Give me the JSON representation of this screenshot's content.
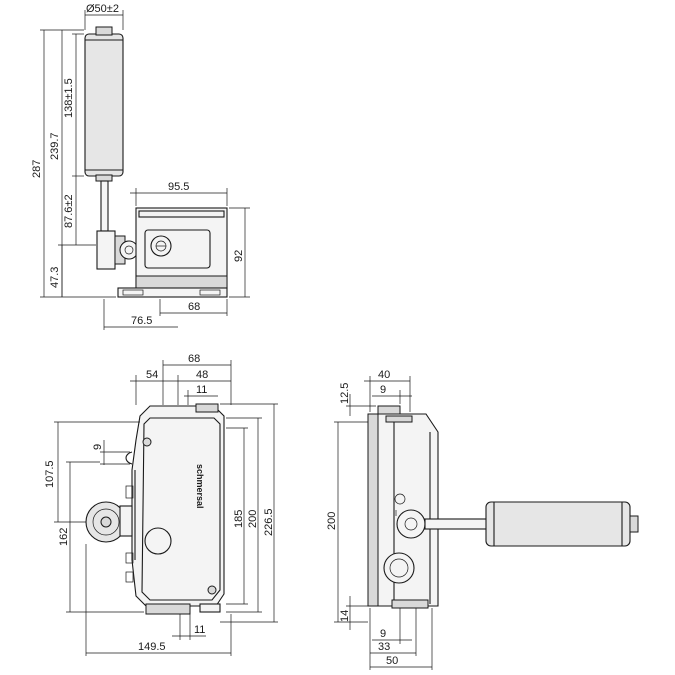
{
  "dimensions": {
    "side": {
      "roller_diameter": "Ø50±2",
      "roller_length": "138±1.5",
      "arm_length": "87.6±2",
      "total_height": "287",
      "upper_height": "239.7",
      "lower_height": "47.3",
      "housing_width": "95.5",
      "housing_height": "92",
      "base_width": "68",
      "shaft_offset": "76.5"
    },
    "front": {
      "top_68": "68",
      "top_54": "54",
      "top_48": "48",
      "top_11": "11",
      "left_9": "9",
      "left_107_5": "107.5",
      "left_162": "162",
      "right_185": "185",
      "right_200": "200",
      "right_226_5": "226.5",
      "bottom_11": "11",
      "bottom_149_5": "149.5"
    },
    "right": {
      "top_12_5": "12.5",
      "top_40": "40",
      "top_9": "9",
      "left_200": "200",
      "left_14": "14",
      "bottom_9": "9",
      "bottom_33": "33",
      "bottom_50": "50"
    }
  },
  "brand_label": "schmersal"
}
